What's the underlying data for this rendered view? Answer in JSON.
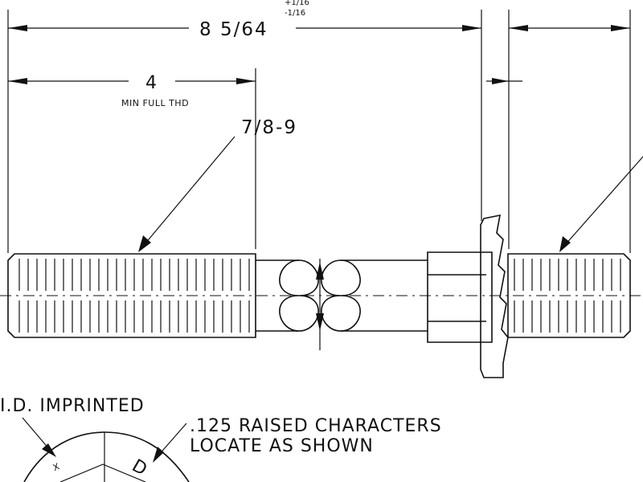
{
  "dimensions": {
    "overall_length": "8 5/64",
    "tolerance_plus": "+1/16",
    "tolerance_minus": "-1/16",
    "thread_length": "4",
    "thread_note": "MIN FULL THD",
    "thread_size": "7/8-9"
  },
  "notes": {
    "id_note": "I.D. IMPRINTED",
    "raised_line1": ".125 RAISED CHARACTERS",
    "raised_line2": "LOCATE AS SHOWN"
  },
  "head_marks": {
    "left": "X",
    "right": "D"
  }
}
